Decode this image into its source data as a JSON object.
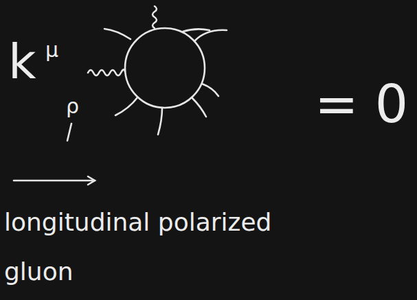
{
  "diagram": {
    "labels": [
      "k",
      "μ",
      "ρ",
      "= 0",
      "longitudinal polarized gluon"
    ]
  }
}
